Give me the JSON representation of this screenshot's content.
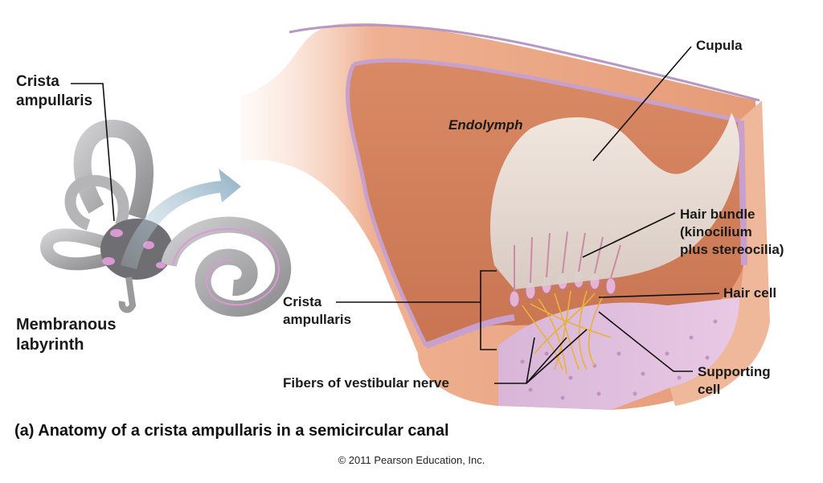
{
  "labels": {
    "crista_ampullaris_left": [
      "Crista",
      "ampullaris"
    ],
    "membranous_labyrinth": [
      "Membranous",
      "labyrinth"
    ],
    "endolymph": "Endolymph",
    "cupula": "Cupula",
    "hair_bundle": [
      "Hair bundle",
      "(kinocilium",
      "plus stereocilia)"
    ],
    "hair_cell": "Hair cell",
    "crista_ampullaris_center": [
      "Crista",
      "ampullaris"
    ],
    "fibers_vestibular_nerve": "Fibers of vestibular nerve",
    "supporting_cell": [
      "Supporting",
      "cell"
    ]
  },
  "caption": "(a) Anatomy of a crista ampullaris in a semicircular canal",
  "copyright": "© 2011 Pearson Education, Inc.",
  "colors": {
    "canal_wall": "#e9a07e",
    "canal_inner": "#d9855f",
    "epithelium": "#c9a4cf",
    "cupula": "#efe6df",
    "nerve_fibers": "#e7b33a",
    "labyrinth": "#a9a9ab",
    "arrow": "#9fb9c9"
  }
}
